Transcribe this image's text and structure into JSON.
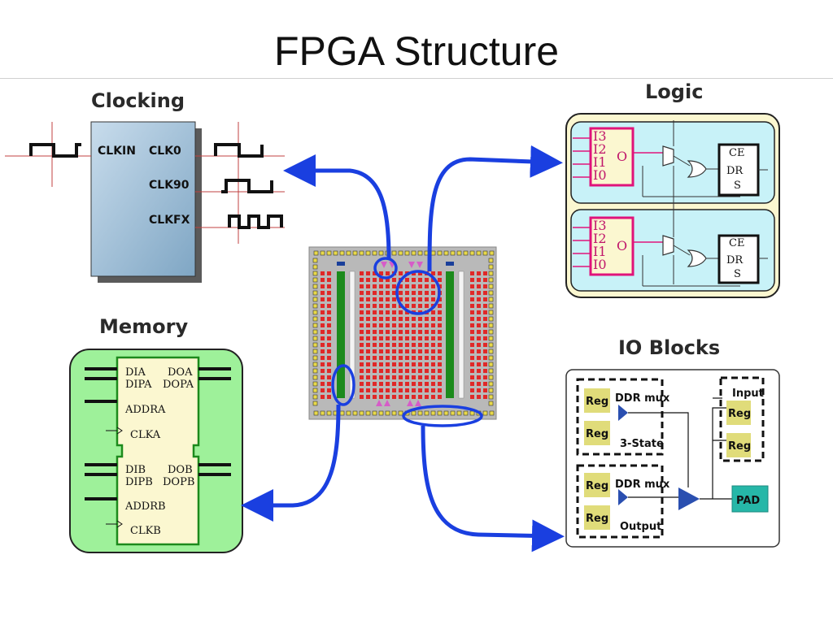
{
  "title": "FPGA Structure",
  "clocking": {
    "heading": "Clocking",
    "pins": [
      "CLKIN",
      "CLK0",
      "CLK90",
      "CLKFX"
    ]
  },
  "logic": {
    "heading": "Logic",
    "lut_inputs": [
      "I3",
      "I2",
      "I1",
      "I0"
    ],
    "lut_output": "O",
    "ff_labels": [
      "CE",
      "DR",
      "S"
    ]
  },
  "memory": {
    "heading": "Memory",
    "port_a": [
      "DIA",
      "DOA",
      "DIPA",
      "DOPA",
      "ADDRA",
      "CLKA"
    ],
    "port_b": [
      "DIB",
      "DOB",
      "DIPB",
      "DOPB",
      "ADDRB",
      "CLKB"
    ]
  },
  "io": {
    "heading": "IO Blocks",
    "reg": "Reg",
    "ddr_mux": "DDR mux",
    "three_state": "3-State",
    "output": "Output",
    "input": "Input",
    "pad": "PAD"
  },
  "colors": {
    "arrow": "#1a3fe0",
    "clock_block": "#a9c8de",
    "memory_bg": "#9ef19a",
    "memory_block": "#fbf7d0",
    "logic_bg": "#fbf7d0",
    "logic_panel": "#c8f2f8",
    "lut_border": "#e0147a",
    "pad": "#26b7a8",
    "reg": "#e0dc7a",
    "fpga_cell": "#e02828",
    "fpga_column": "#1c8a1c"
  }
}
